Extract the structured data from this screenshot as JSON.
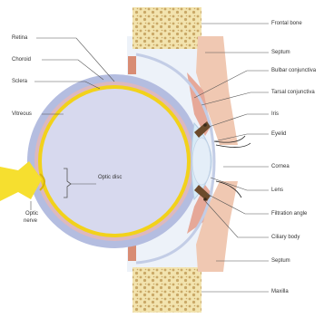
{
  "labels": {
    "retina": "Retina",
    "choroid": "Choroid",
    "sclera": "Sclera",
    "vitreous": "Vitreous",
    "optic_disc": "Optic disc",
    "optic_nerve_1": "Optic",
    "optic_nerve_2": "nerve",
    "frontal_bone": "Frontal bone",
    "septum_top": "Septum",
    "bulbar_conjunctiva": "Bulbar conjunctiva",
    "tarsal_conjunctiva": "Tarsal conjunctiva",
    "iris": "Iris",
    "eyelid": "Eyelid",
    "cornea": "Cornea",
    "lens": "Lens",
    "filtration_angle": "Filtration angle",
    "ciliary_body": "Ciliary body",
    "septum_bottom": "Septum",
    "maxilla": "Maxilla"
  },
  "colors": {
    "vitreous": "#d7d9ee",
    "sclera": "#b4bde0",
    "choroid": "#ddb8be",
    "retina": "#f2d21a",
    "bone": "#f2e3ae",
    "bone_dots": "#c9a866",
    "septum": "#f0c8b2",
    "cornea": "#d6eaf7",
    "optic_nerve": "#f6df2f",
    "leader": "#555555"
  }
}
